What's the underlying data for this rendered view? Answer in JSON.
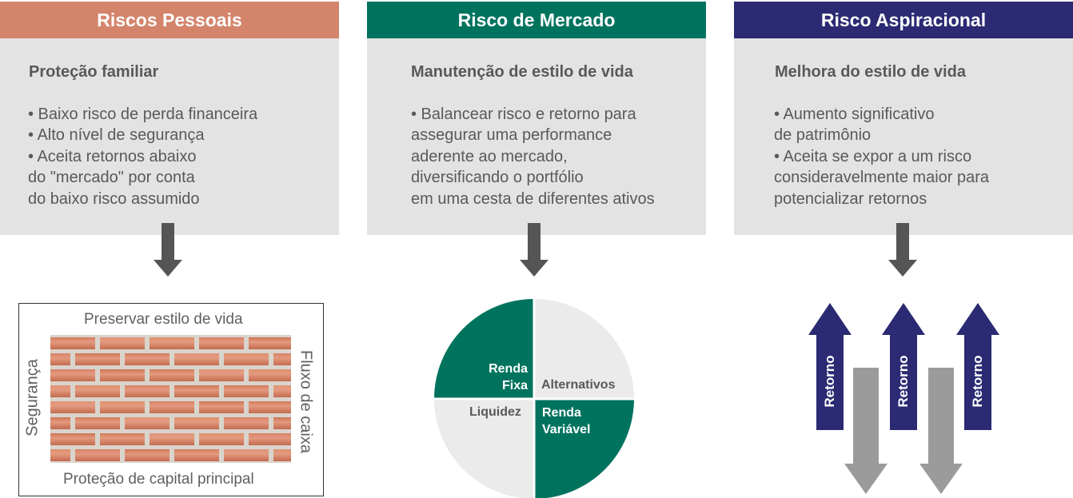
{
  "colors": {
    "pessoais": "#d4846a",
    "mercado": "#00735f",
    "aspiracional": "#2b2a73",
    "panel": "#e3e3e3",
    "arrow": "#555555",
    "gray_arrow": "#9b9b9b",
    "pie_light": "#ebebeb"
  },
  "columns": [
    {
      "title": "Riscos Pessoais",
      "subtitle": "Proteção familiar",
      "lines": [
        "• Baixo risco de perda financeira",
        "• Alto nível de segurança",
        "• Aceita retornos abaixo",
        "do \"mercado\" por conta",
        "do baixo risco assumido"
      ]
    },
    {
      "title": "Risco de Mercado",
      "subtitle": "Manutenção de estilo de vida",
      "lines": [
        "• Balancear risco e retorno para",
        "assegurar uma performance",
        "aderente ao mercado,",
        "diversificando o portfólio",
        "em uma cesta de diferentes ativos"
      ]
    },
    {
      "title": "Risco Aspiracional",
      "subtitle": "Melhora do estilo de vida",
      "lines": [
        "• Aumento significativo",
        "de patrimônio",
        "• Aceita se expor a um risco",
        "consideravelmente maior para",
        "potencializar retornos"
      ]
    }
  ],
  "wall": {
    "top": "Preservar estilo de vida",
    "bottom": "Proteção de capital principal",
    "left": "Segurança",
    "right": "Fluxo de caixa"
  },
  "pie": {
    "renda_fixa": [
      "Renda",
      "Fixa"
    ],
    "alternativos": "Alternativos",
    "liquidez": "Liquidez",
    "renda_variavel": [
      "Renda",
      "Variável"
    ]
  },
  "arrows": {
    "up_label": "Retorno"
  }
}
